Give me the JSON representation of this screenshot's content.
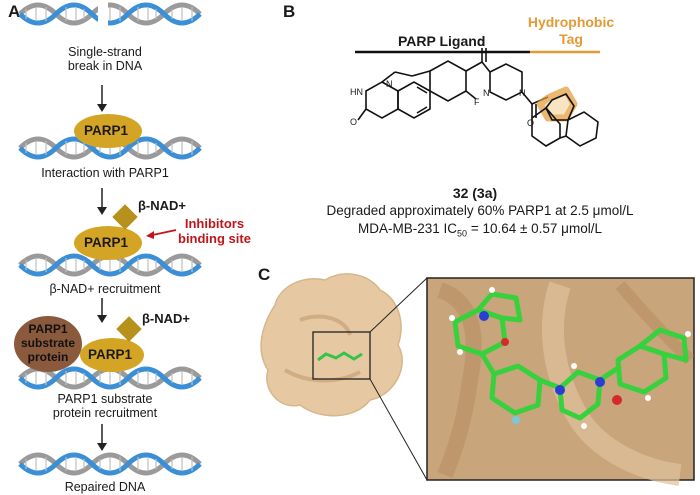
{
  "panel_a": {
    "label": "A",
    "step1": "Single-strand\nbreak in DNA",
    "step2": "Interaction with PARP1",
    "step3": "β-NAD+ recruitment",
    "step4": "PARP1 substrate\nprotein recruitment",
    "step5": "Repaired DNA",
    "parp1": "PARP1",
    "bnad": "β-NAD+",
    "inhibitors": "Inhibitors\nbinding site",
    "substrate": "PARP1\nsubstrate\nprotein"
  },
  "panel_b": {
    "label": "B",
    "ligand_label": "PARP Ligand",
    "tag_label": "Hydrophobic\nTag",
    "compound": "32 (3a)",
    "desc1": "Degraded approximately 60% PARP1 at 2.5 μmol/L",
    "desc2_pre": "MDA-MB-231 IC",
    "desc2_sub": "50",
    "desc2_post": " = 10.64 ± 0.57 μmol/L",
    "atoms": {
      "o": "O",
      "hn": "HN",
      "n": "N",
      "f": "F"
    }
  },
  "panel_c": {
    "label": "C"
  },
  "colors": {
    "parp": "#d4a425",
    "substrate": "#8b5a3c",
    "dna_blue": "#3b8fd6",
    "dna_gray": "#9a9a9a",
    "red": "#c0161b",
    "tag": "#e39a36",
    "surface": "#e6c9a2"
  }
}
